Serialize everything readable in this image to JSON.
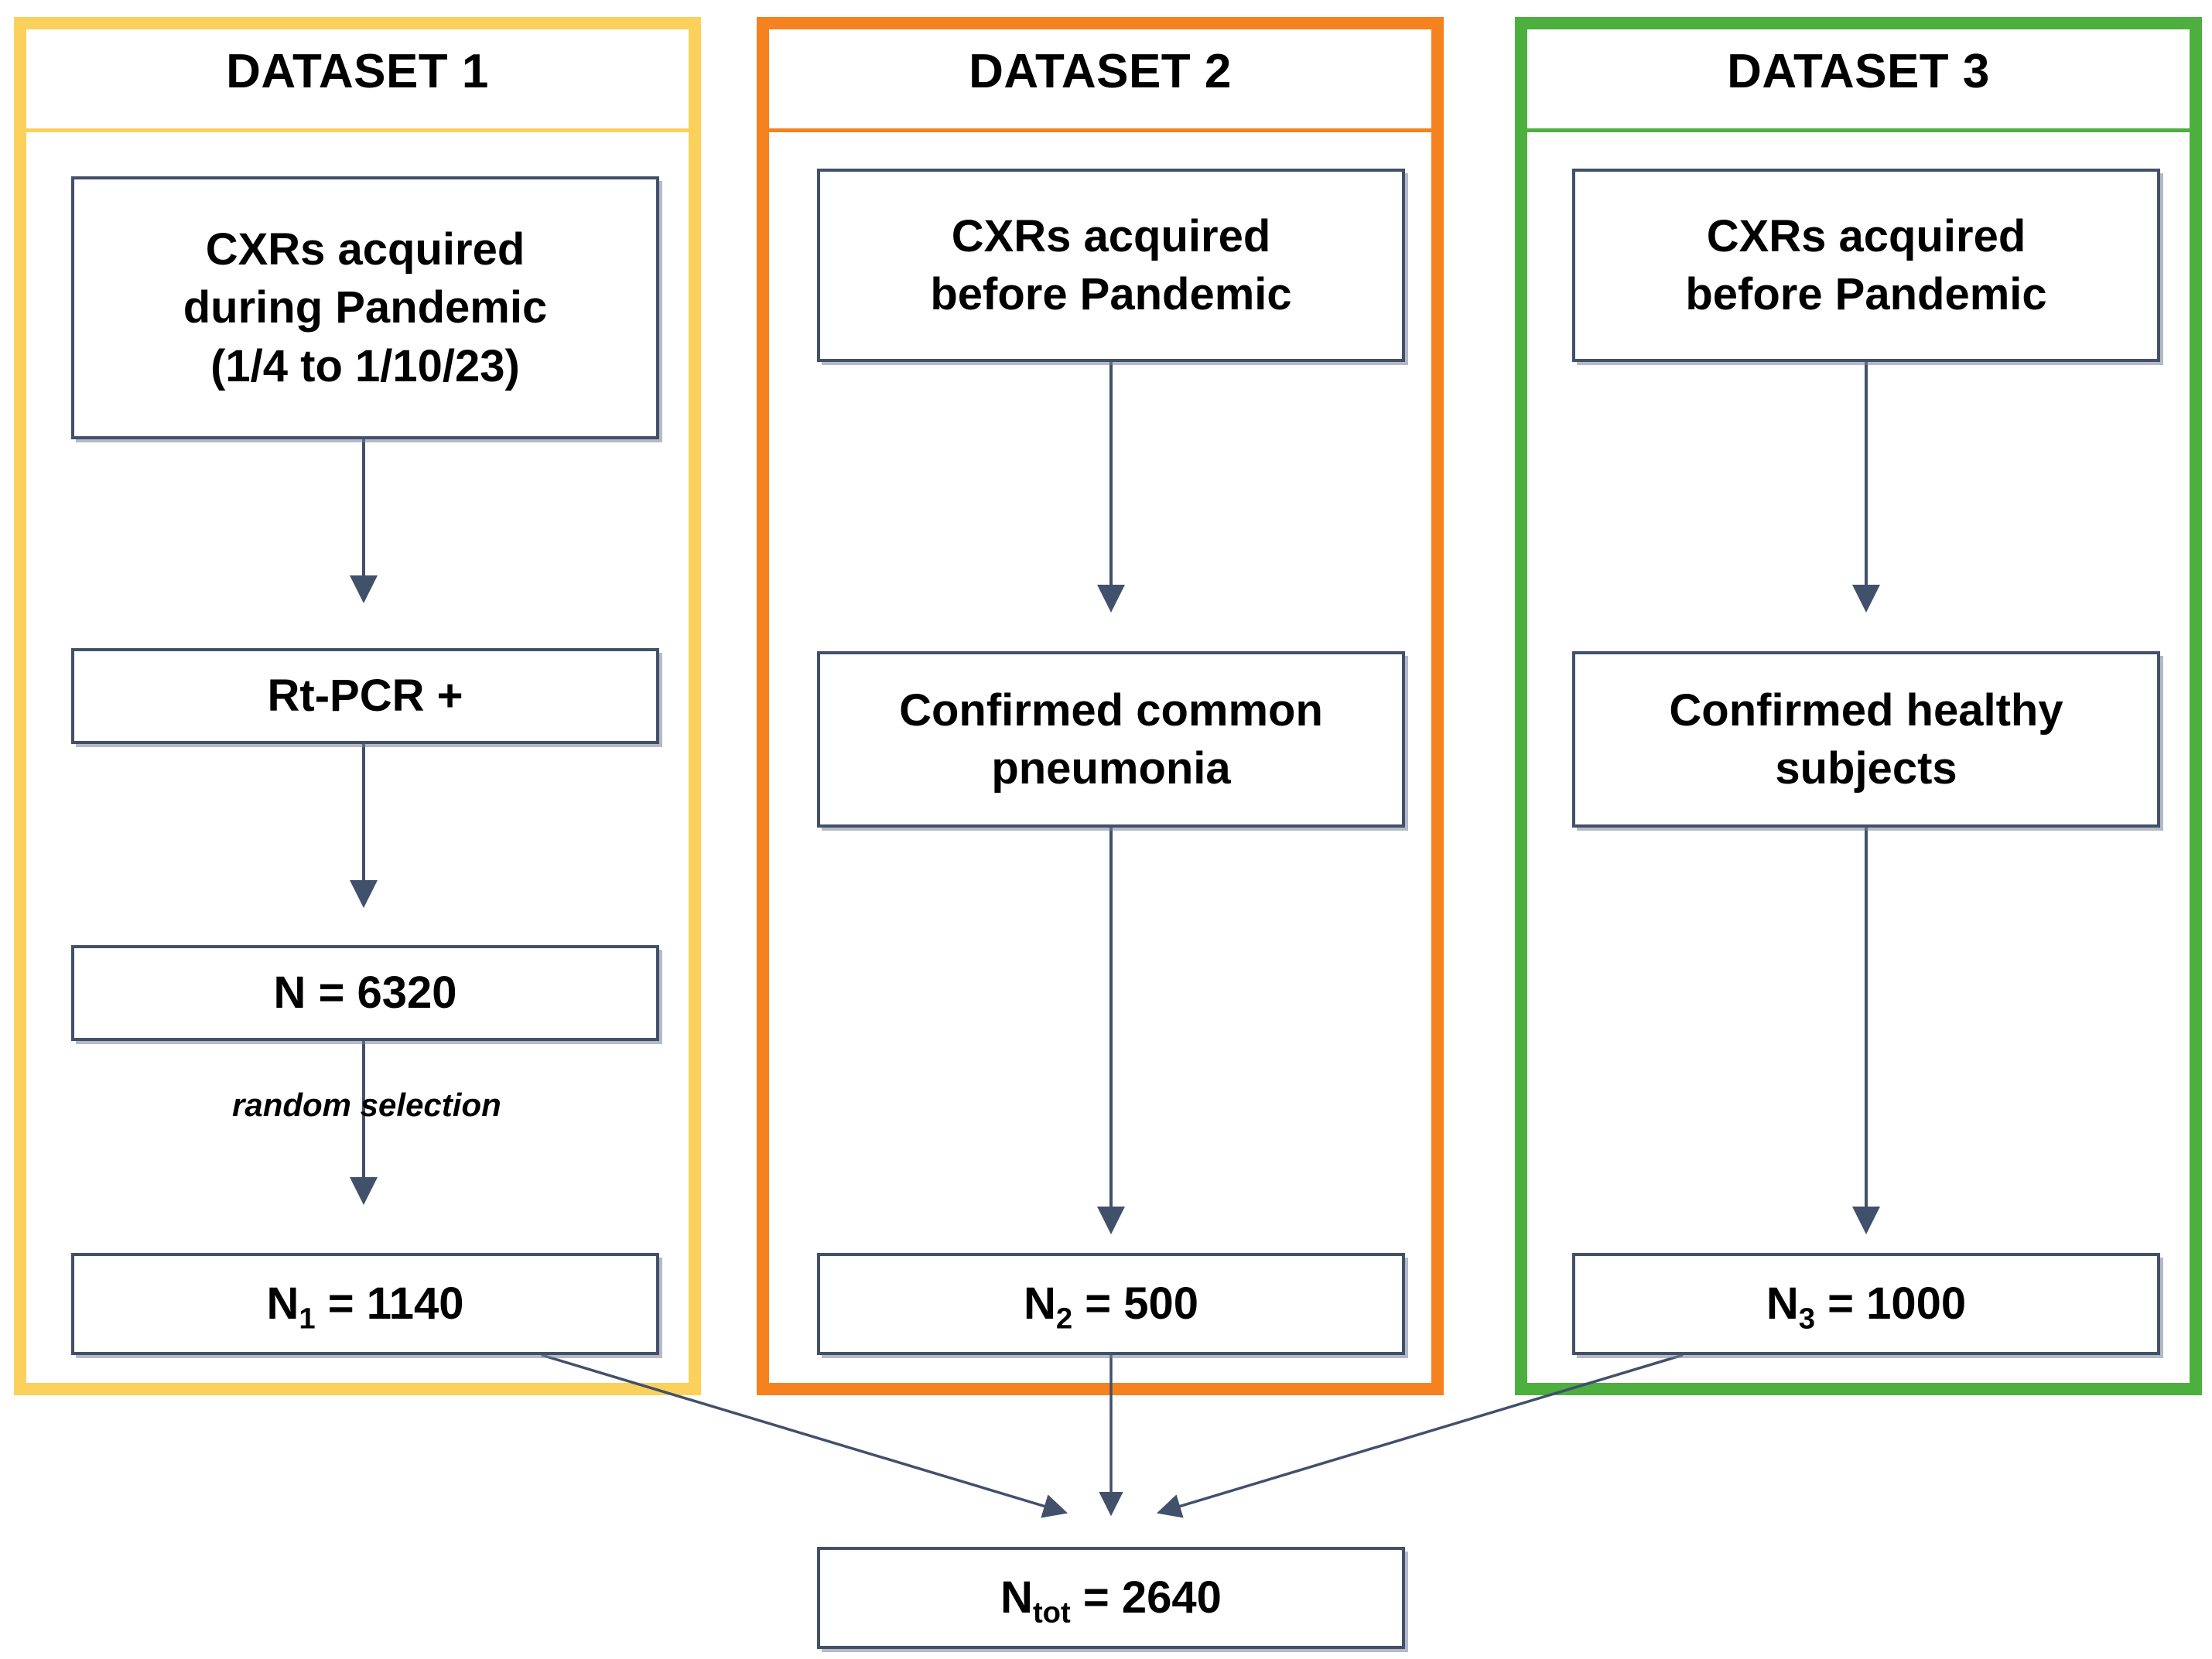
{
  "diagram": {
    "title": "CXR dataset composition flowchart",
    "box_border_color": "#41506b",
    "arrow_color": "#41506b"
  },
  "panels": [
    {
      "id": "dataset-1",
      "title": "DATASET 1",
      "color": "#fbd05b",
      "nodes": [
        {
          "id": "d1-source",
          "lines": [
            "CXRs acquired",
            "during Pandemic",
            "(1/4 to 1/10/23)"
          ]
        },
        {
          "id": "d1-criterion",
          "lines": [
            "Rt-PCR +"
          ]
        },
        {
          "id": "d1-count",
          "lines": [
            "N = 6320"
          ]
        },
        {
          "id": "d1-final",
          "label_base": "N",
          "label_sub": "1",
          "label_rest": " = 1140"
        }
      ],
      "edge_labels": [
        "random selection"
      ]
    },
    {
      "id": "dataset-2",
      "title": "DATASET 2",
      "color": "#f5821f",
      "nodes": [
        {
          "id": "d2-source",
          "lines": [
            "CXRs acquired",
            "before Pandemic"
          ]
        },
        {
          "id": "d2-criterion",
          "lines": [
            "Confirmed common",
            "pneumonia"
          ]
        },
        {
          "id": "d2-final",
          "label_base": "N",
          "label_sub": "2",
          "label_rest": " = 500"
        }
      ],
      "edge_labels": []
    },
    {
      "id": "dataset-3",
      "title": "DATASET 3",
      "color": "#4caf3e",
      "nodes": [
        {
          "id": "d3-source",
          "lines": [
            "CXRs acquired",
            "before Pandemic"
          ]
        },
        {
          "id": "d3-criterion",
          "lines": [
            "Confirmed healthy",
            "subjects"
          ]
        },
        {
          "id": "d3-final",
          "label_base": "N",
          "label_sub": "3",
          "label_rest": " = 1000"
        }
      ],
      "edge_labels": []
    }
  ],
  "total": {
    "id": "total-node",
    "label_base": "N",
    "label_sub": "tot",
    "label_rest": " = 2640"
  },
  "text": {
    "d1_title": "DATASET 1",
    "d2_title": "DATASET 2",
    "d3_title": "DATASET 3",
    "d1_source_l1": "CXRs acquired",
    "d1_source_l2": "during Pandemic",
    "d1_source_l3": "(1/4 to 1/10/23)",
    "d1_criterion": "Rt-PCR +",
    "d1_count": "N = 6320",
    "d1_random_label": "random selection",
    "d1_final_base": "N",
    "d1_final_sub": "1",
    "d1_final_rest": " = 1140",
    "d2_source_l1": "CXRs acquired",
    "d2_source_l2": "before Pandemic",
    "d2_criterion_l1": "Confirmed common",
    "d2_criterion_l2": "pneumonia",
    "d2_final_base": "N",
    "d2_final_sub": "2",
    "d2_final_rest": " = 500",
    "d3_source_l1": "CXRs acquired",
    "d3_source_l2": "before Pandemic",
    "d3_criterion_l1": "Confirmed healthy",
    "d3_criterion_l2": "subjects",
    "d3_final_base": "N",
    "d3_final_sub": "3",
    "d3_final_rest": " = 1000",
    "total_base": "N",
    "total_sub": "tot",
    "total_rest": " = 2640"
  }
}
